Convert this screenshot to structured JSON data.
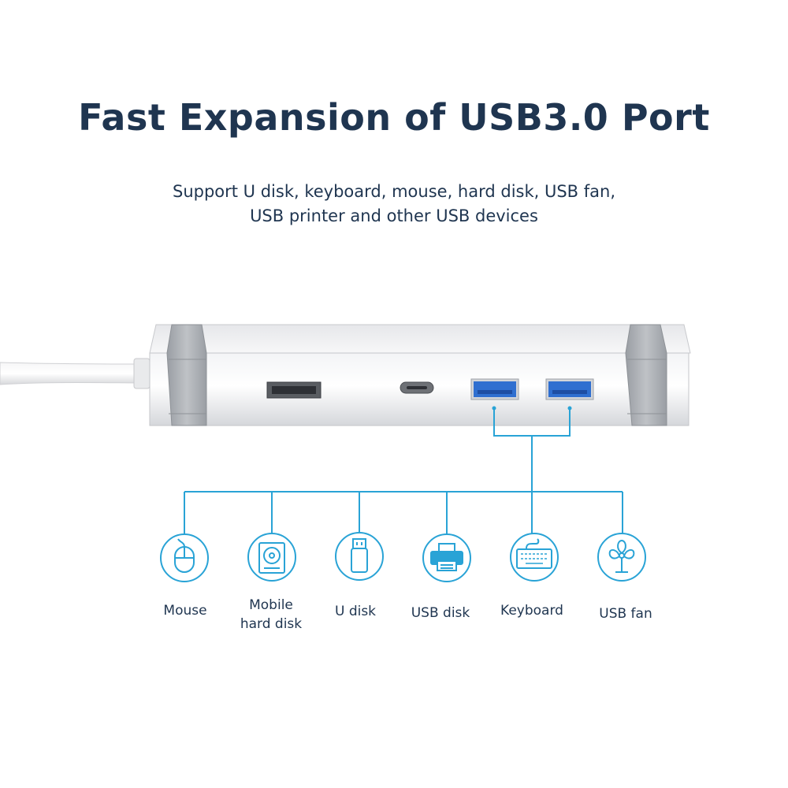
{
  "header": {
    "title": "Fast Expansion of USB3.0 Port",
    "subtitle_line1": "Support U disk, keyboard, mouse, hard disk, USB fan,",
    "subtitle_line2": "USB printer and other USB devices"
  },
  "devices": [
    {
      "label_line1": "Mouse",
      "label_line2": "",
      "icon": "mouse-icon"
    },
    {
      "label_line1": "Mobile",
      "label_line2": "hard disk",
      "icon": "hard-disk-icon"
    },
    {
      "label_line1": "U disk",
      "label_line2": "",
      "icon": "usb-flash-drive-icon"
    },
    {
      "label_line1": "USB disk",
      "label_line2": "",
      "icon": "printer-icon"
    },
    {
      "label_line1": "Keyboard",
      "label_line2": "",
      "icon": "keyboard-icon"
    },
    {
      "label_line1": "USB fan",
      "label_line2": "",
      "icon": "fan-icon"
    }
  ],
  "colors": {
    "accent": "#29a3d6",
    "text": "#1f3550",
    "hub_body": "#e4e5e8",
    "usb_port": "#2f6fd0"
  }
}
